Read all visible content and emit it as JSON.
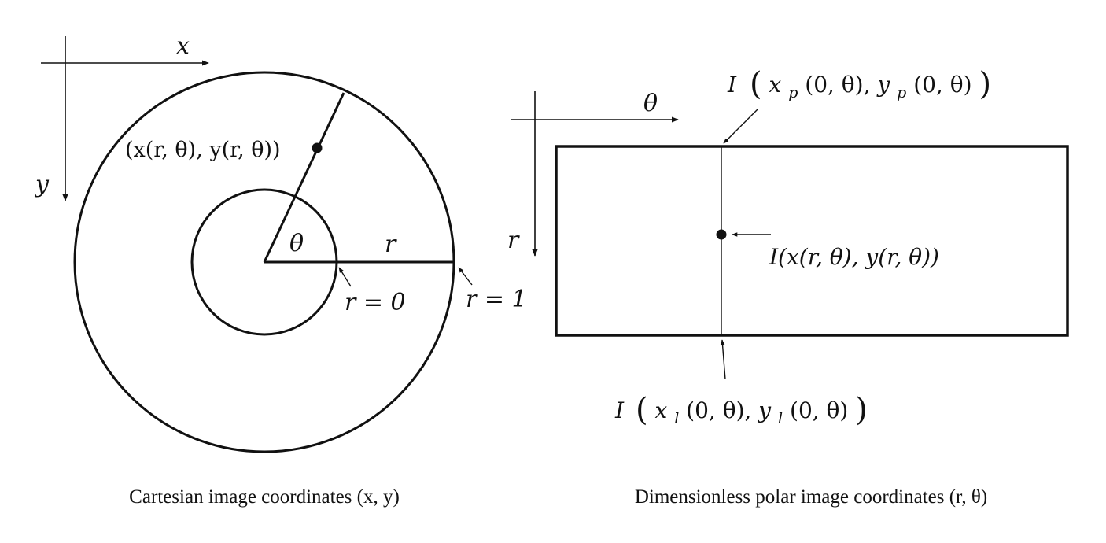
{
  "colors": {
    "ink": "#111111",
    "background": "#ffffff"
  },
  "left_panel": {
    "axis_x": "x",
    "axis_y": "y",
    "angle_label": "θ",
    "radius_label": "r",
    "point_label": "(x(r, θ), y(r, θ))",
    "inner_label": "r = 0",
    "outer_label": "r = 1",
    "caption": "Cartesian image coordinates (x, y)"
  },
  "right_panel": {
    "axis_theta": "θ",
    "axis_r": "r",
    "top_label": "I(xp(0, θ), yp(0, θ))",
    "top_label_parts": [
      "I",
      "x",
      "p",
      "(0, θ), ",
      "y",
      "p",
      "(0, θ)"
    ],
    "mid_label": "I(x(r, θ), y(r, θ))",
    "bottom_label": "I(xl(0, θ), yl(0, θ))",
    "bottom_label_parts": [
      "I",
      "x",
      "l",
      "(0, θ), ",
      "y",
      "l",
      "(0, θ)"
    ],
    "caption": "Dimensionless polar image coordinates (r, θ)"
  }
}
